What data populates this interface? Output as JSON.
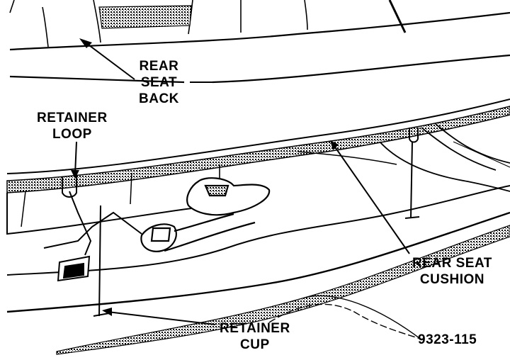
{
  "labels": {
    "rear_seat_back": [
      "REAR",
      "SEAT",
      "BACK"
    ],
    "retainer_loop": [
      "RETAINER",
      "LOOP"
    ],
    "rear_seat_cushion": [
      "REAR SEAT",
      "CUSHION"
    ],
    "retainer_cup": [
      "RETAINER",
      "CUP"
    ],
    "figure_number": "9323-115"
  },
  "colors": {
    "ink": "#000000",
    "paper": "#ffffff"
  }
}
